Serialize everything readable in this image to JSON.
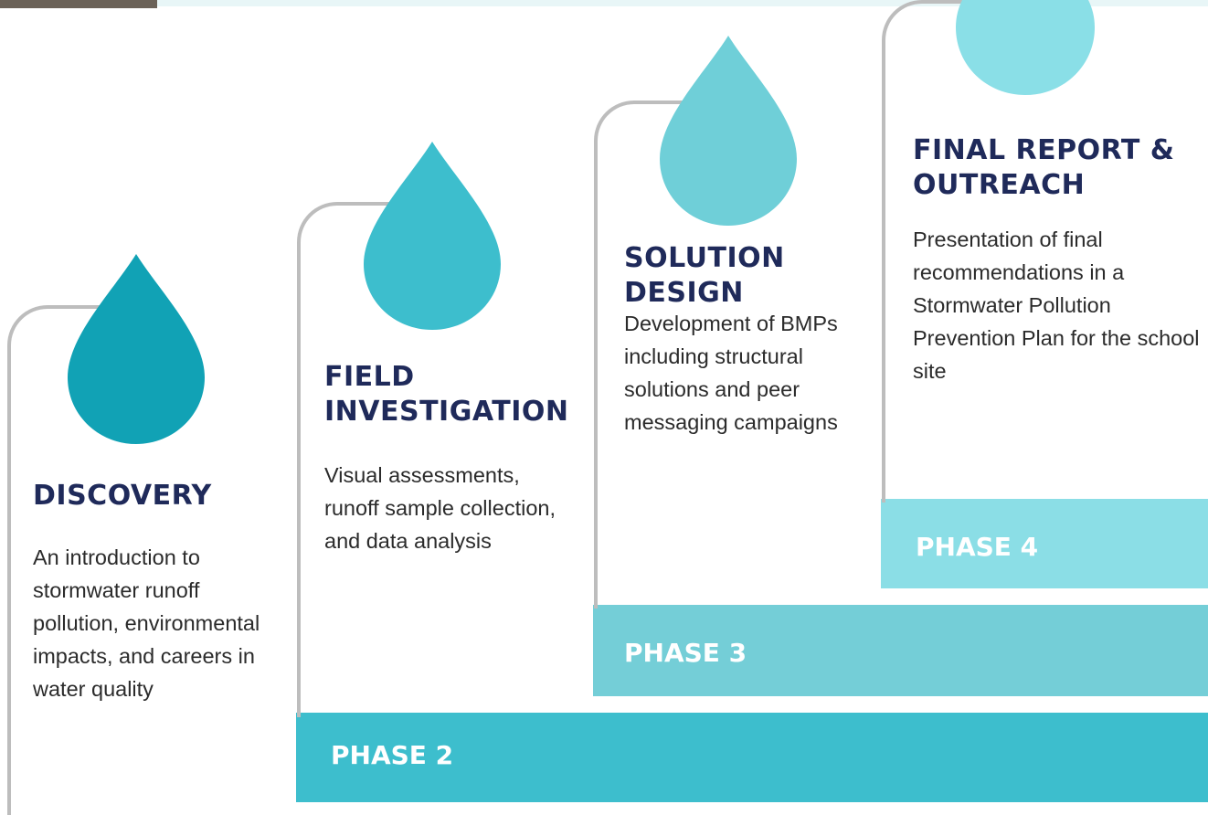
{
  "phases": [
    {
      "title": "Discovery",
      "description": "An introduction to stormwater runoff pollution, environmental impacts, and careers in water quality",
      "drop_color": "#11a2b5"
    },
    {
      "title": "Field Investigation",
      "description": "Visual assessments, runoff sample collection, and data analysis",
      "band_label": "PHASE 2",
      "drop_color": "#3dbecd",
      "band_color": "#3dbecd"
    },
    {
      "title": "Solution Design",
      "description": "Development of BMPs including structural solutions and peer messaging campaigns",
      "band_label": "PHASE 3",
      "drop_color": "#6fcfd8",
      "band_color": "#74ced7"
    },
    {
      "title": "Final Report & Outreach",
      "description": "Presentation of final recommendations in a Stormwater Pollution Prevention Plan for the school site",
      "band_label": "PHASE 4",
      "drop_color": "#8adfe7",
      "band_color": "#8bdee6"
    }
  ],
  "colors": {
    "title": "#1f2a5a",
    "text": "#2b2b2b",
    "line": "#bdbdbd"
  }
}
